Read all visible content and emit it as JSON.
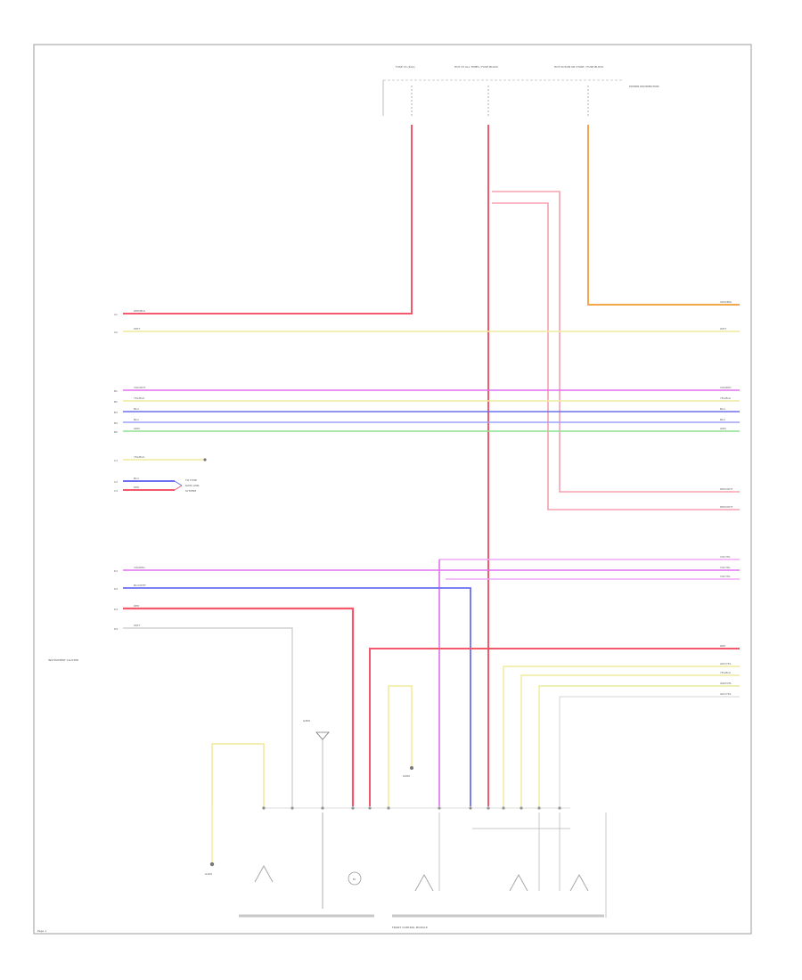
{
  "colors": {
    "red": "#f25a6c",
    "pink": "#f5a0b0",
    "yellow": "#f1ea9c",
    "violet": "#e070ee",
    "blue": "#6b6ef0",
    "green": "#8fe08f",
    "orange": "#f4a64a",
    "grey": "#c8c8c8",
    "frame": "#9b9b9b"
  },
  "labels": {
    "fuse_box_left": "FUSE 15 (10A)",
    "fuse_box_mid": "HOT AT ALL TIMES / FUSE BLOCK",
    "fuse_box_right": "HOT IN RUN OR START / FUSE BLOCK",
    "fuse_note": "POWER DISTRIBUTION",
    "module_name": "INSTRUMENT CLUSTER",
    "bottom_module": "FRONT CONTROL MODULE",
    "ground_1": "G100",
    "ground_2": "G200",
    "ground_3": "G300",
    "motor": "M",
    "page_code": "Page 1"
  },
  "wires_left": [
    {
      "pin": "A1",
      "label": "RED/BLK"
    },
    {
      "pin": "A2",
      "label": "WHT"
    },
    {
      "pin": "B1",
      "label": "VIO/WHT"
    },
    {
      "pin": "B2",
      "label": "YEL/BLK"
    },
    {
      "pin": "B3",
      "label": "BLU"
    },
    {
      "pin": "B4",
      "label": "BLU"
    },
    {
      "pin": "B5",
      "label": "GRN"
    },
    {
      "pin": "C1",
      "label": "YEL/BLK"
    },
    {
      "pin": "C2",
      "label": "BLU"
    },
    {
      "pin": "C3",
      "label": "RED"
    },
    {
      "pin": "D1",
      "label": "VIO/RED"
    },
    {
      "pin": "D2",
      "label": "BLU/WHT"
    },
    {
      "pin": "D3",
      "label": "RED"
    },
    {
      "pin": "D4",
      "label": "WHT"
    }
  ],
  "wires_right": [
    {
      "label": "ORN/BLK"
    },
    {
      "label": "WHT"
    },
    {
      "label": "VIO/RED"
    },
    {
      "label": "YEL/BLK"
    },
    {
      "label": "BLU"
    },
    {
      "label": "BLU"
    },
    {
      "label": "GRN"
    },
    {
      "label": "RED/WHT"
    },
    {
      "label": "RED/WHT"
    },
    {
      "label": "VIO/YEL"
    },
    {
      "label": "VIO/YEL"
    },
    {
      "label": "VIO/YEL"
    },
    {
      "label": "RED"
    },
    {
      "label": "GRY/YEL"
    },
    {
      "label": "YEL/BLU"
    },
    {
      "label": "GRN/YEL"
    },
    {
      "label": "GRY/YEL"
    }
  ],
  "side_note": {
    "line1": "TO FUSE",
    "line2": "DATA LINK",
    "line3": "SYSTEM"
  }
}
